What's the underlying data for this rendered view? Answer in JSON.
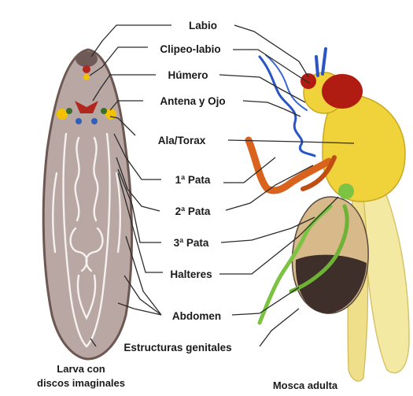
{
  "labels": {
    "labio": "Labio",
    "clipeo_labio": "Clipeo-labio",
    "humero": "Húmero",
    "antena_ojo": "Antena y Ojo",
    "ala_torax": "Ala/Torax",
    "pata1": "1ª Pata",
    "pata2": "2ª Pata",
    "pata3": "3ª Pata",
    "halteres": "Halteres",
    "abdomen": "Abdomen",
    "genitales": "Estructuras genitales"
  },
  "captions": {
    "larva_line1": "Larva con",
    "larva_line2": "discos imaginales",
    "adult": "Mosca adulta"
  },
  "colors": {
    "larva_body": "#b9a7a4",
    "larva_outline": "#6d5752",
    "disc_red": "#b3261e",
    "disc_yellow": "#f2c200",
    "disc_blue": "#2f5fb8",
    "fly_yellow": "#f0d23a",
    "fly_eye": "#b01c12",
    "fly_leg_orange": "#d9621c",
    "fly_green": "#7cc243",
    "fly_abdomen_dark": "#3e2f2a",
    "wing": "#f4e9a3",
    "antenna_blue": "#2a55c4"
  }
}
